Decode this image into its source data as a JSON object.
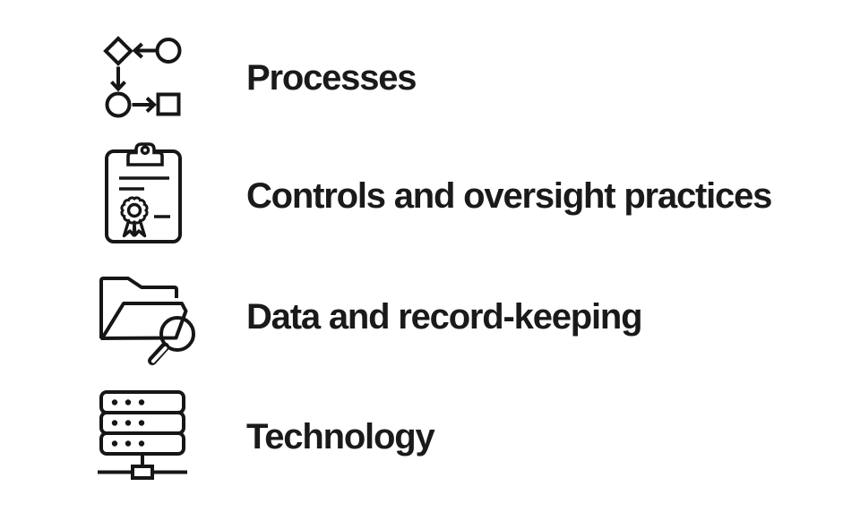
{
  "page": {
    "background_color": "#ffffff",
    "ink_color": "#1a1a1a"
  },
  "items": [
    {
      "icon": "flowchart-icon",
      "label": "Processes"
    },
    {
      "icon": "certificate-clipboard-icon",
      "label": "Controls and oversight practices"
    },
    {
      "icon": "folder-search-icon",
      "label": "Data and record-keeping"
    },
    {
      "icon": "server-network-icon",
      "label": "Technology"
    }
  ]
}
